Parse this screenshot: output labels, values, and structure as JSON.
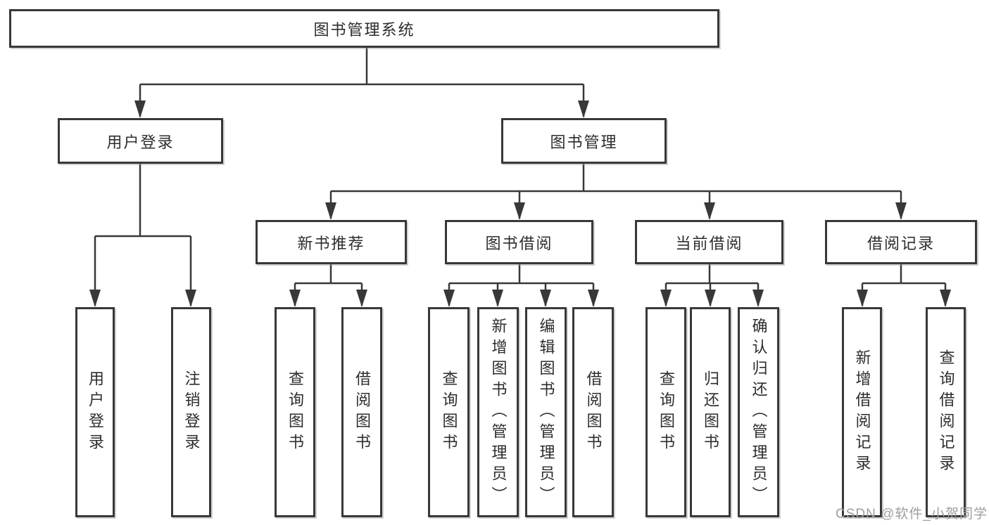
{
  "diagram": {
    "root": {
      "label": "图书管理系统"
    },
    "branches": {
      "user_login": {
        "label": "用户登录",
        "children": {
          "login": {
            "label": "用户登录"
          },
          "logout": {
            "label": "注销登录"
          }
        }
      },
      "book_management": {
        "label": "图书管理",
        "children": {
          "new_book_recommend": {
            "label": "新书推荐",
            "children": {
              "query_books": {
                "label": "查询图书"
              },
              "borrow_books": {
                "label": "借阅图书"
              }
            }
          },
          "book_borrowing": {
            "label": "图书借阅",
            "children": {
              "query_books": {
                "label": "查询图书"
              },
              "add_books": {
                "label": "新增图书（管理员）"
              },
              "edit_books": {
                "label": "编辑图书（管理员）"
              },
              "borrow_books": {
                "label": "借阅图书"
              }
            }
          },
          "current_borrowing": {
            "label": "当前借阅",
            "children": {
              "query_books": {
                "label": "查询图书"
              },
              "return_books": {
                "label": "归还图书"
              },
              "confirm_return": {
                "label": "确认归还（管理员）"
              }
            }
          },
          "borrowing_records": {
            "label": "借阅记录",
            "children": {
              "add_record": {
                "label": "新增借阅记录"
              },
              "query_record": {
                "label": "查询借阅记录"
              }
            }
          }
        }
      }
    }
  },
  "watermark": {
    "text": "CSDN @软件_小贺同学",
    "color": "#9e9e9e"
  },
  "colors": {
    "line": "#383838",
    "text": "#2d2d2d",
    "background": "#ffffff"
  }
}
